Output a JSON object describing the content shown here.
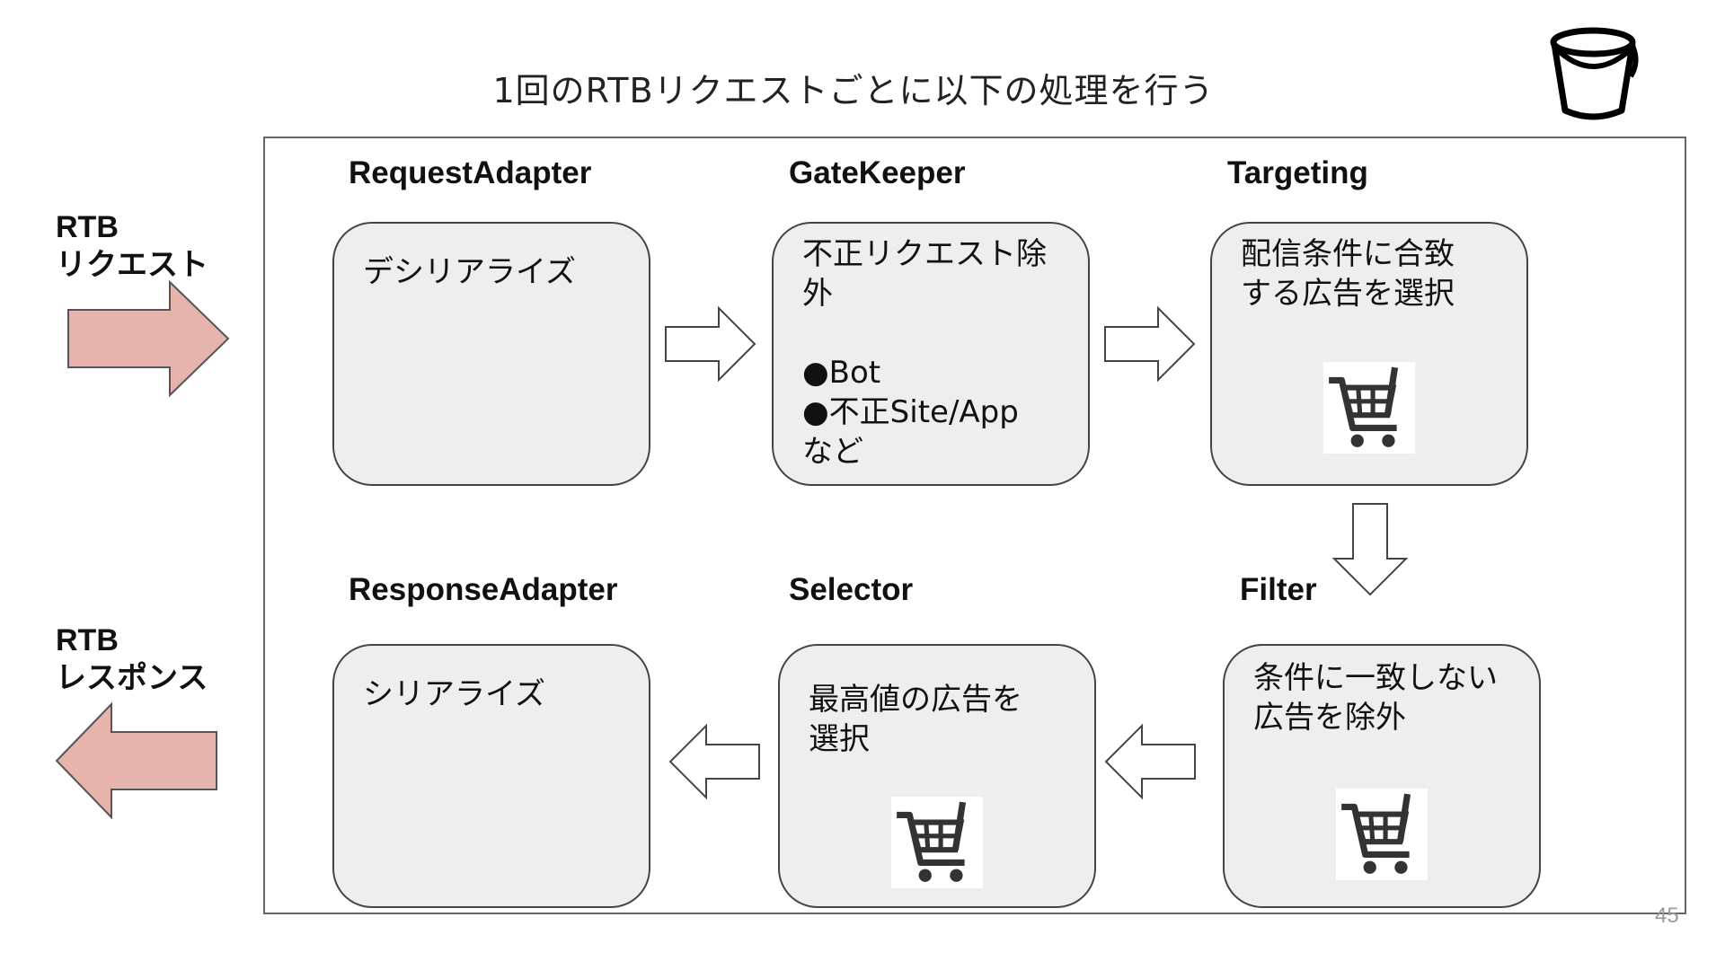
{
  "title": "1回のRTBリクエストごとに以下の処理を行う",
  "left_labels": {
    "request": [
      "RTB",
      "リクエスト"
    ],
    "response": [
      "RTB",
      "レスポンス"
    ]
  },
  "stages": {
    "request_adapter": {
      "label": "RequestAdapter",
      "text": [
        "デシリアライズ"
      ]
    },
    "gatekeeper": {
      "label": "GateKeeper",
      "text": [
        "不正リクエスト除",
        "外",
        "",
        "●Bot",
        "●不正Site/App",
        "など"
      ]
    },
    "targeting": {
      "label": "Targeting",
      "text": [
        "配信条件に合致",
        "する広告を選択"
      ]
    },
    "filter": {
      "label": "Filter",
      "text": [
        "条件に一致しない",
        "広告を除外"
      ]
    },
    "selector": {
      "label": "Selector",
      "text": [
        "最高値の広告を",
        "選択"
      ]
    },
    "response_adapter": {
      "label": "ResponseAdapter",
      "text": [
        "シリアライズ"
      ]
    }
  },
  "icons": {
    "bucket": "bucket-icon",
    "cart": "shopping-cart-icon",
    "flow_arrow": "hollow-arrow-icon",
    "io_arrow": "block-arrow-icon"
  },
  "colors": {
    "io_arrow_fill": "#e6b3ad",
    "box_fill": "#eeeeef"
  },
  "page_number": "45"
}
